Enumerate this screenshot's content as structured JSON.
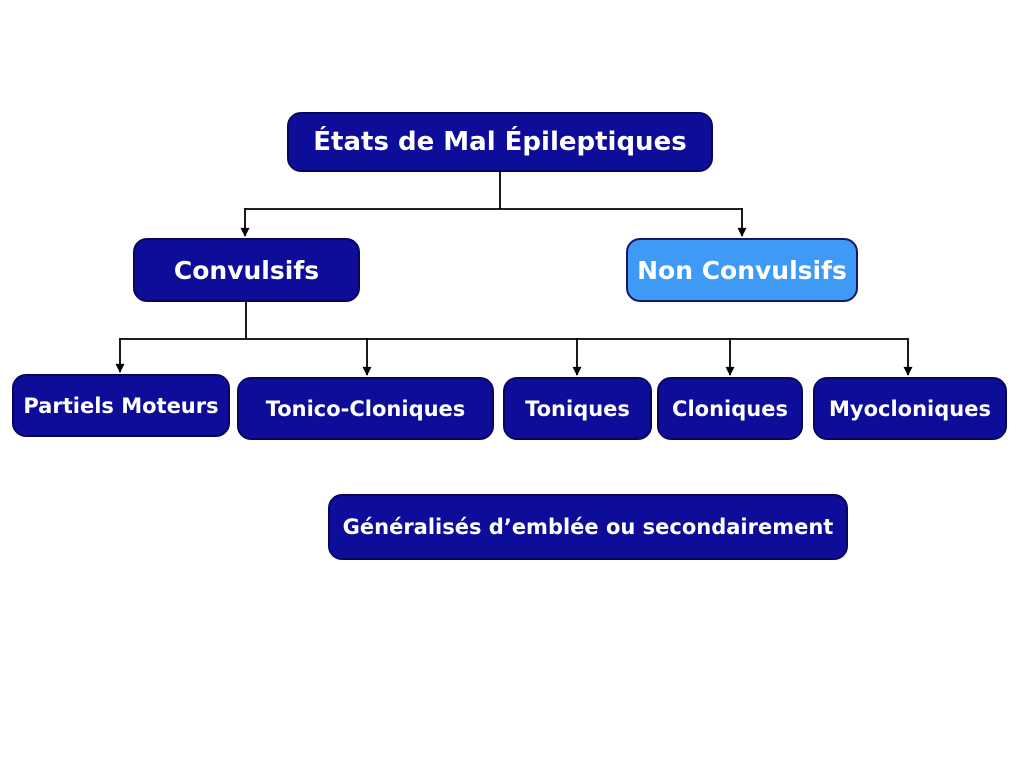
{
  "diagram": {
    "title": "États de Mal Épileptiques",
    "nodes": {
      "root": {
        "label": "États de Mal Épileptiques"
      },
      "convulsifs": {
        "label": "Convulsifs"
      },
      "non_convulsifs": {
        "label": "Non Convulsifs"
      },
      "partiels_moteurs": {
        "label": "Partiels Moteurs"
      },
      "tonico_cloniques": {
        "label": "Tonico-Cloniques"
      },
      "toniques": {
        "label": "Toniques"
      },
      "cloniques": {
        "label": "Cloniques"
      },
      "myocloniques": {
        "label": "Myocloniques"
      },
      "generalises": {
        "label": "Généralisés d’emblée ou secondairement"
      }
    },
    "hierarchy": {
      "root_children": [
        "Convulsifs",
        "Non Convulsifs"
      ],
      "convulsifs_children": [
        "Partiels Moteurs",
        "Tonico-Cloniques",
        "Toniques",
        "Cloniques",
        "Myocloniques"
      ]
    },
    "colors": {
      "node_fill": "#0d0d99",
      "node_border": "#06065e",
      "highlight_fill": "#3e9af5",
      "highlight_border": "#16166b",
      "text_color": "#ffffff",
      "connector_color": "#000000",
      "bg_color": "#ffffff"
    }
  }
}
